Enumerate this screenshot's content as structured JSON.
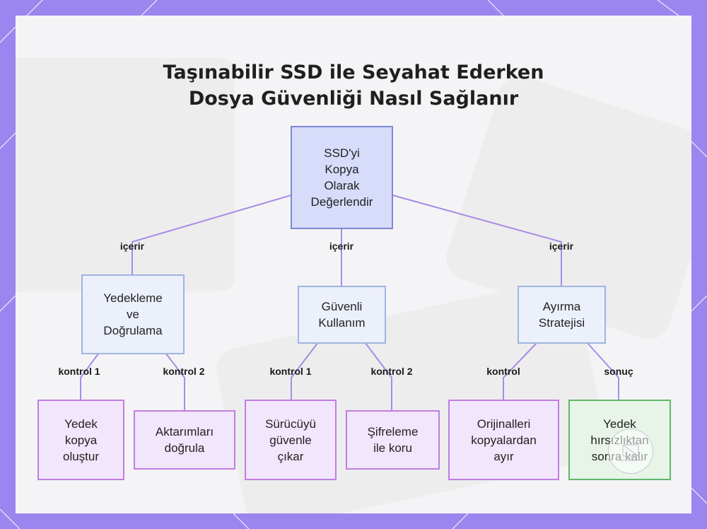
{
  "title": {
    "line1": "Taşınabilir SSD ile Seyahat Ederken",
    "line2": "Dosya Güvenliği Nasıl Sağlanır"
  },
  "nodes": {
    "root": [
      "SSD'yi",
      "Kopya",
      "Olarak",
      "Değerlendir"
    ],
    "backup": [
      "Yedekleme",
      "ve",
      "Doğrulama"
    ],
    "safe_use": [
      "Güvenli",
      "Kullanım"
    ],
    "separation": [
      "Ayırma",
      "Stratejisi"
    ],
    "create_copy": [
      "Yedek",
      "kopya",
      "oluştur"
    ],
    "verify": [
      "Aktarımları",
      "doğrula"
    ],
    "eject": [
      "Sürücüyü",
      "güvenle",
      "çıkar"
    ],
    "encrypt": [
      "Şifreleme",
      "ile koru"
    ],
    "separate": [
      "Orijinalleri",
      "kopyalardan",
      "ayır"
    ],
    "theft": [
      "Yedek",
      "hırsızlıktan",
      "sonra kalır"
    ]
  },
  "edge_labels": {
    "root_backup": "içerir",
    "root_safe": "içerir",
    "root_sep": "içerir",
    "backup_create": "kontrol 1",
    "backup_verify": "kontrol 2",
    "safe_eject": "kontrol 1",
    "safe_encrypt": "kontrol 2",
    "sep_separate": "kontrol",
    "sep_theft": "sonuç"
  },
  "colors": {
    "frame": "#9a86ee",
    "edge": "#a98be6",
    "root_fill": "#d8dcfb",
    "mid_fill": "#ecf0fb",
    "leaf_fill": "#f1e6fb",
    "result_fill": "#e7f4e7"
  },
  "icons": [
    "stamp-icon"
  ]
}
